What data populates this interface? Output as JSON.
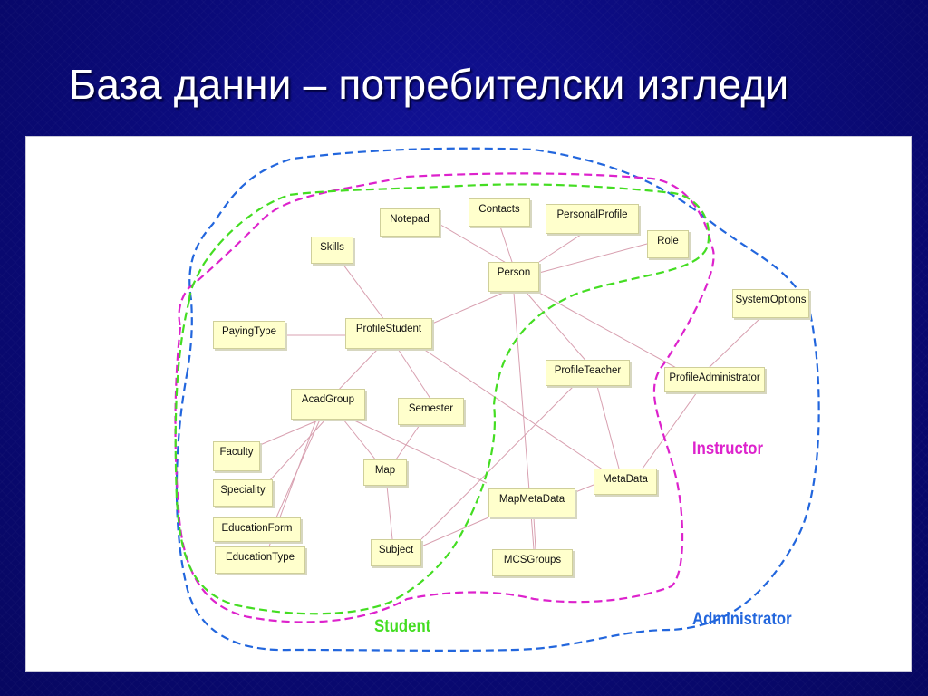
{
  "slide": {
    "title": "База данни – потребителски изгледи"
  },
  "diagram": {
    "entities": {
      "notepad": "Notepad",
      "contacts": "Contacts",
      "personal_profile": "PersonalProfile",
      "role": "Role",
      "skills": "Skills",
      "person": "Person",
      "system_options": "SystemOptions",
      "paying_type": "PayingType",
      "profile_student": "ProfileStudent",
      "profile_teacher": "ProfileTeacher",
      "profile_administrator": "ProfileAdministrator",
      "acad_group": "AcadGroup",
      "semester": "Semester",
      "faculty": "Faculty",
      "map": "Map",
      "meta_data": "MetaData",
      "speciality": "Speciality",
      "map_meta_data": "MapMetaData",
      "education_form": "EducationForm",
      "subject": "Subject",
      "education_type": "EducationType",
      "mcs_groups": "MCSGroups"
    },
    "regions": {
      "student": {
        "label": "Student",
        "color": "#44dd22"
      },
      "instructor": {
        "label": "Instructor",
        "color": "#dd22cc"
      },
      "administrator": {
        "label": "Administrator",
        "color": "#2266dd"
      }
    },
    "colors": {
      "node_fill": "#ffffcc",
      "connector": "#d8a0b0"
    }
  }
}
